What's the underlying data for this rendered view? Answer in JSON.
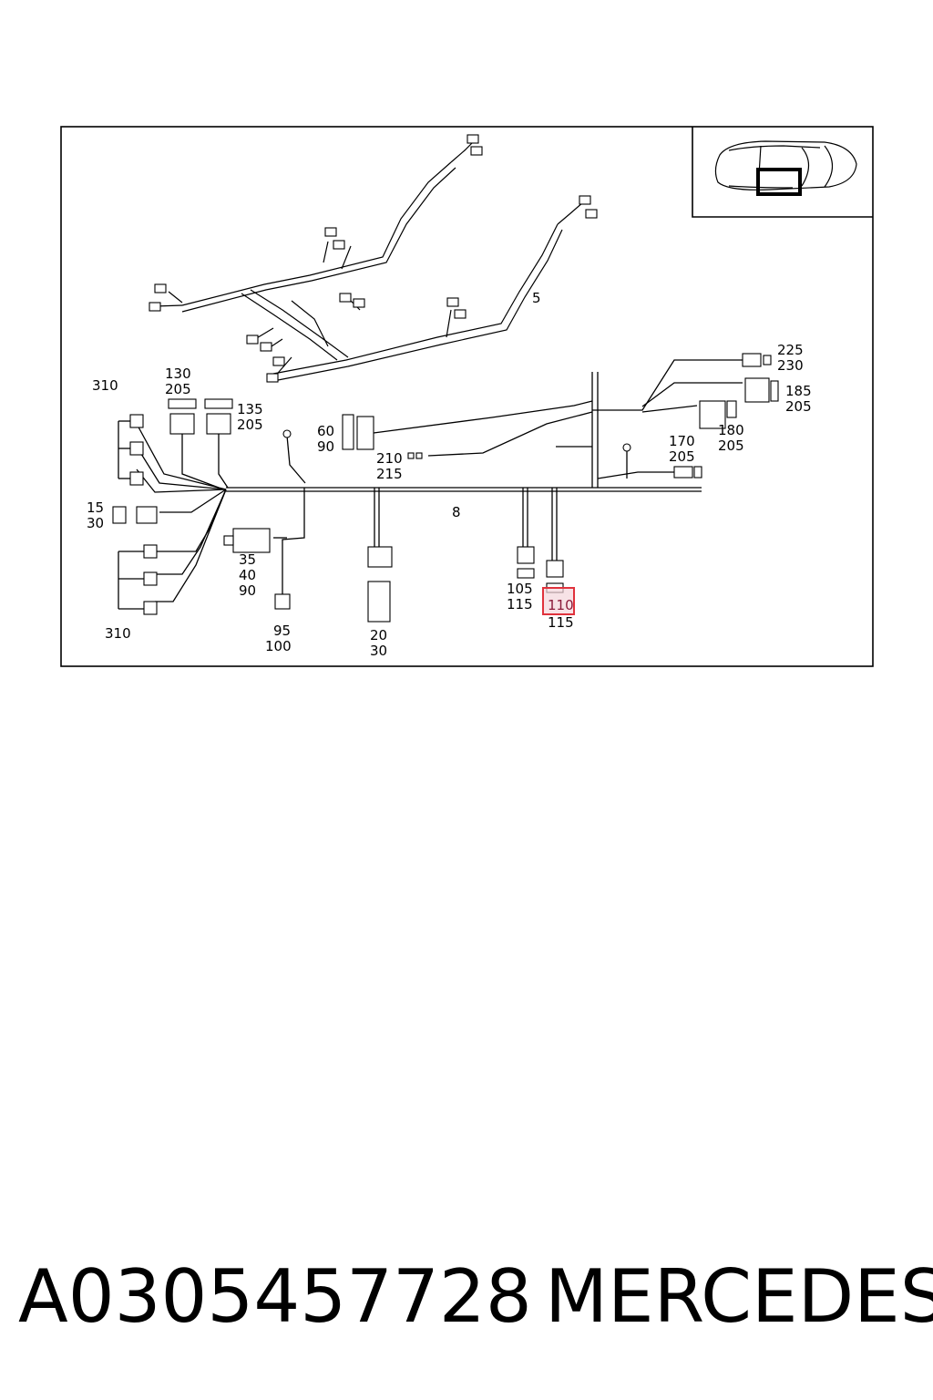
{
  "diagram": {
    "callouts": {
      "c5": "5",
      "c8": "8",
      "c310_top": "310",
      "c310_bottom": "310",
      "c130": "130",
      "c205_a": "205",
      "c135": "135",
      "c205_b": "205",
      "c60": "60",
      "c90_a": "90",
      "c210": "210",
      "c215": "215",
      "c15": "15",
      "c30_a": "30",
      "c35": "35",
      "c40": "40",
      "c90_b": "90",
      "c95": "95",
      "c100": "100",
      "c20": "20",
      "c30_b": "30",
      "c105": "105",
      "c115_a": "115",
      "c110": "110",
      "c115_b": "115",
      "c170": "170",
      "c205_c": "205",
      "c180": "180",
      "c205_d": "205",
      "c185": "185",
      "c205_e": "205",
      "c225": "225",
      "c230": "230"
    },
    "highlight_color": "#e0323c"
  },
  "footer": {
    "part_number": "A0305457728",
    "brand": "MERCEDES"
  }
}
